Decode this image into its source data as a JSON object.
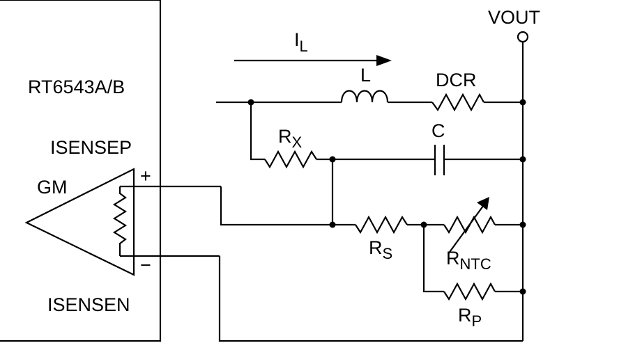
{
  "diagram": {
    "chip": {
      "name": "RT6543A/B",
      "pin_p": "ISENSEP",
      "pin_n": "ISENSEN"
    },
    "amplifier": {
      "label": "GM",
      "plus": "+",
      "minus": "−"
    },
    "output": {
      "label": "VOUT"
    },
    "current": {
      "main": "I",
      "sub": "L"
    },
    "components": {
      "inductor": "L",
      "dcr": "DCR",
      "capacitor": "C",
      "rx": {
        "main": "R",
        "sub": "X"
      },
      "rs": {
        "main": "R",
        "sub": "S"
      },
      "rntc": {
        "main": "R",
        "sub": "NTC"
      },
      "rp": {
        "main": "R",
        "sub": "P"
      }
    }
  }
}
